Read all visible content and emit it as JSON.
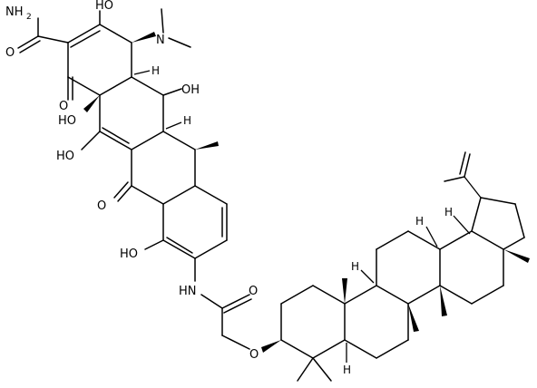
{
  "structure": {
    "atom_labels": {
      "amide_nh2": "NH",
      "amide_nh2_sub": "2",
      "amide_o": "O",
      "enol_oh_top": "HO",
      "nme2_n": "N",
      "h4a": "H",
      "ketone_o": "O",
      "oh5": "OH",
      "h5a": "H",
      "oh12a": "HO",
      "oh11": "HO",
      "ketone2_o": "O",
      "phenol_oh": "HO",
      "nh": "HN",
      "amide2_o": "O",
      "ether_o": "O",
      "h19": "H",
      "h13": "H",
      "h9": "H",
      "h5": "H"
    }
  }
}
